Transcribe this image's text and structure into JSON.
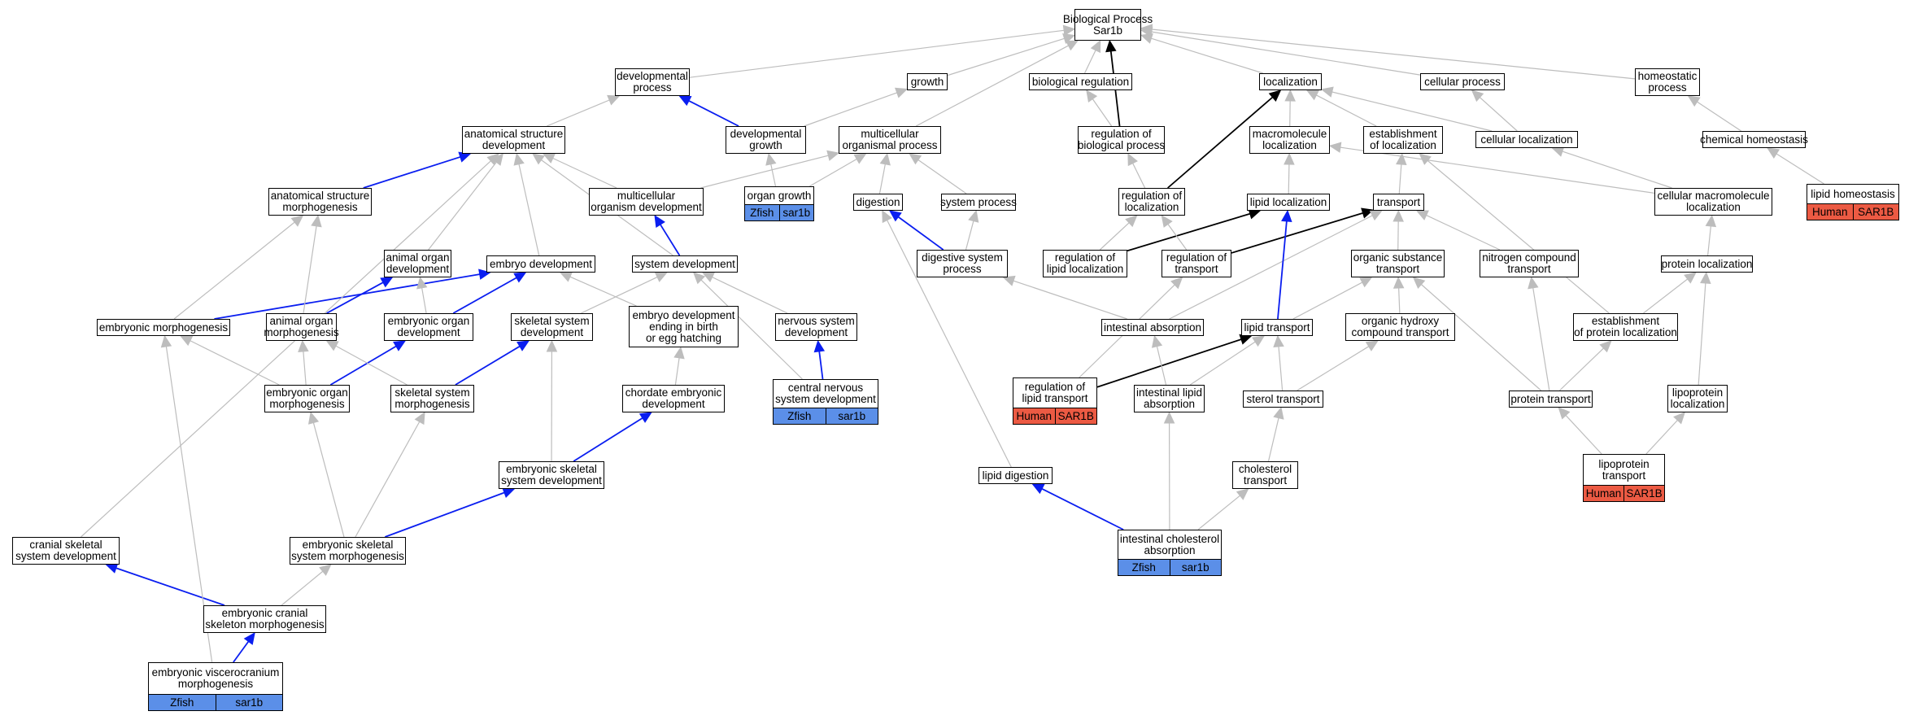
{
  "nodes": [
    {
      "id": "bp",
      "label": "Biological Process\nSar1b"
    },
    {
      "id": "devproc",
      "label": "developmental\nprocess"
    },
    {
      "id": "growth",
      "label": "growth"
    },
    {
      "id": "bioreg",
      "label": "biological regulation"
    },
    {
      "id": "loc",
      "label": "localization"
    },
    {
      "id": "cellproc",
      "label": "cellular process"
    },
    {
      "id": "homeo",
      "label": "homeostatic\nprocess"
    },
    {
      "id": "asd",
      "label": "anatomical structure\ndevelopment"
    },
    {
      "id": "devgrowth",
      "label": "developmental\ngrowth"
    },
    {
      "id": "mop",
      "label": "multicellular\norganismal process"
    },
    {
      "id": "regbp",
      "label": "regulation of\nbiological process"
    },
    {
      "id": "macroloc",
      "label": "macromolecule\nlocalization"
    },
    {
      "id": "estloc",
      "label": "establishment\nof localization"
    },
    {
      "id": "cellloc",
      "label": "cellular localization"
    },
    {
      "id": "chemhomeo",
      "label": "chemical homeostasis"
    },
    {
      "id": "asm",
      "label": "anatomical structure\nmorphogenesis"
    },
    {
      "id": "mod",
      "label": "multicellular\norganism development"
    },
    {
      "id": "organgrowth",
      "label": "organ growth",
      "ann": [
        "Zfish",
        "sar1b"
      ],
      "species": "zfish"
    },
    {
      "id": "digestion",
      "label": "digestion"
    },
    {
      "id": "sysproc",
      "label": "system process"
    },
    {
      "id": "regloc",
      "label": "regulation of\nlocalization"
    },
    {
      "id": "lipidloc",
      "label": "lipid localization"
    },
    {
      "id": "transport",
      "label": "transport"
    },
    {
      "id": "cmacroloc",
      "label": "cellular macromolecule\nlocalization"
    },
    {
      "id": "lipidhomeo",
      "label": "lipid homeostasis",
      "ann": [
        "Human",
        "SAR1B"
      ],
      "species": "human"
    },
    {
      "id": "aod",
      "label": "animal organ\ndevelopment"
    },
    {
      "id": "embdev",
      "label": "embryo development"
    },
    {
      "id": "sysdev",
      "label": "system development"
    },
    {
      "id": "digsys",
      "label": "digestive system\nprocess"
    },
    {
      "id": "reglipidloc",
      "label": "regulation of\nlipid localization"
    },
    {
      "id": "regtransport",
      "label": "regulation of\ntransport"
    },
    {
      "id": "orgsub",
      "label": "organic substance\ntransport"
    },
    {
      "id": "nitro",
      "label": "nitrogen compound\ntransport"
    },
    {
      "id": "protloc",
      "label": "protein localization"
    },
    {
      "id": "embmorph",
      "label": "embryonic morphogenesis"
    },
    {
      "id": "aom",
      "label": "animal organ\nmorphogenesis"
    },
    {
      "id": "eod",
      "label": "embryonic organ\ndevelopment"
    },
    {
      "id": "ssd",
      "label": "skeletal system\ndevelopment"
    },
    {
      "id": "edbirth",
      "label": "embryo development\nending in birth\nor egg hatching"
    },
    {
      "id": "nsd",
      "label": "nervous system\ndevelopment"
    },
    {
      "id": "intabs",
      "label": "intestinal absorption"
    },
    {
      "id": "lipidtrans",
      "label": "lipid transport"
    },
    {
      "id": "orghydroxy",
      "label": "organic hydroxy\ncompound transport"
    },
    {
      "id": "estprotloc",
      "label": "establishment\nof protein localization"
    },
    {
      "id": "eom",
      "label": "embryonic organ\nmorphogenesis"
    },
    {
      "id": "ssm",
      "label": "skeletal system\nmorphogenesis"
    },
    {
      "id": "chordate",
      "label": "chordate embryonic\ndevelopment"
    },
    {
      "id": "cnsd",
      "label": "central nervous\nsystem development",
      "ann": [
        "Zfish",
        "sar1b"
      ],
      "species": "zfish"
    },
    {
      "id": "reglipidtrans",
      "label": "regulation of\nlipid transport",
      "ann": [
        "Human",
        "SAR1B"
      ],
      "species": "human"
    },
    {
      "id": "intlipabs",
      "label": "intestinal lipid\nabsorption"
    },
    {
      "id": "steroltrans",
      "label": "sterol transport"
    },
    {
      "id": "prottrans",
      "label": "protein transport"
    },
    {
      "id": "lipoprotloc",
      "label": "lipoprotein\nlocalization"
    },
    {
      "id": "essd",
      "label": "embryonic skeletal\nsystem development"
    },
    {
      "id": "lipiddig",
      "label": "lipid digestion"
    },
    {
      "id": "choltrans",
      "label": "cholesterol\ntransport"
    },
    {
      "id": "lipoprottrans",
      "label": "lipoprotein\ntransport",
      "ann": [
        "Human",
        "SAR1B"
      ],
      "species": "human"
    },
    {
      "id": "cranial",
      "label": "cranial skeletal\nsystem development"
    },
    {
      "id": "essm",
      "label": "embryonic skeletal\nsystem morphogenesis"
    },
    {
      "id": "intcholabs",
      "label": "intestinal cholesterol\nabsorption",
      "ann": [
        "Zfish",
        "sar1b"
      ],
      "species": "zfish"
    },
    {
      "id": "ecsm",
      "label": "embryonic cranial\nskeleton morphogenesis"
    },
    {
      "id": "evm",
      "label": "embryonic viscerocranium\nmorphogenesis",
      "ann": [
        "Zfish",
        "sar1b"
      ],
      "species": "zfish"
    }
  ],
  "edges": [
    {
      "from": "devproc",
      "to": "bp",
      "kind": "isa"
    },
    {
      "from": "growth",
      "to": "bp",
      "kind": "isa"
    },
    {
      "from": "mop",
      "to": "bp",
      "kind": "isa"
    },
    {
      "from": "bioreg",
      "to": "bp",
      "kind": "isa"
    },
    {
      "from": "regbp",
      "to": "bp",
      "kind": "regulates"
    },
    {
      "from": "loc",
      "to": "bp",
      "kind": "isa"
    },
    {
      "from": "cellproc",
      "to": "bp",
      "kind": "isa"
    },
    {
      "from": "homeo",
      "to": "bp",
      "kind": "isa"
    },
    {
      "from": "asd",
      "to": "devproc",
      "kind": "isa"
    },
    {
      "from": "devgrowth",
      "to": "devproc",
      "kind": "part_of"
    },
    {
      "from": "devgrowth",
      "to": "growth",
      "kind": "isa"
    },
    {
      "from": "regbp",
      "to": "bioreg",
      "kind": "isa"
    },
    {
      "from": "macroloc",
      "to": "loc",
      "kind": "isa"
    },
    {
      "from": "estloc",
      "to": "loc",
      "kind": "isa"
    },
    {
      "from": "cellloc",
      "to": "loc",
      "kind": "isa"
    },
    {
      "from": "cellloc",
      "to": "cellproc",
      "kind": "isa"
    },
    {
      "from": "chemhomeo",
      "to": "homeo",
      "kind": "isa"
    },
    {
      "from": "regloc",
      "to": "loc",
      "kind": "regulates"
    },
    {
      "from": "asm",
      "to": "asd",
      "kind": "part_of"
    },
    {
      "from": "mod",
      "to": "asd",
      "kind": "isa"
    },
    {
      "from": "mod",
      "to": "mop",
      "kind": "isa"
    },
    {
      "from": "organgrowth",
      "to": "devgrowth",
      "kind": "isa"
    },
    {
      "from": "organgrowth",
      "to": "mop",
      "kind": "isa"
    },
    {
      "from": "digestion",
      "to": "mop",
      "kind": "isa"
    },
    {
      "from": "sysproc",
      "to": "mop",
      "kind": "isa"
    },
    {
      "from": "regloc",
      "to": "regbp",
      "kind": "isa"
    },
    {
      "from": "lipidloc",
      "to": "macroloc",
      "kind": "isa"
    },
    {
      "from": "transport",
      "to": "estloc",
      "kind": "isa"
    },
    {
      "from": "cmacroloc",
      "to": "cellloc",
      "kind": "isa"
    },
    {
      "from": "cmacroloc",
      "to": "macroloc",
      "kind": "isa"
    },
    {
      "from": "lipidhomeo",
      "to": "chemhomeo",
      "kind": "isa"
    },
    {
      "from": "embdev",
      "to": "asd",
      "kind": "isa"
    },
    {
      "from": "sysdev",
      "to": "mod",
      "kind": "part_of"
    },
    {
      "from": "sysdev",
      "to": "asd",
      "kind": "isa"
    },
    {
      "from": "aod",
      "to": "asd",
      "kind": "isa"
    },
    {
      "from": "digsys",
      "to": "digestion",
      "kind": "part_of"
    },
    {
      "from": "digsys",
      "to": "sysproc",
      "kind": "isa"
    },
    {
      "from": "reglipidloc",
      "to": "regloc",
      "kind": "isa"
    },
    {
      "from": "reglipidloc",
      "to": "lipidloc",
      "kind": "regulates"
    },
    {
      "from": "regtransport",
      "to": "regloc",
      "kind": "isa"
    },
    {
      "from": "regtransport",
      "to": "transport",
      "kind": "regulates"
    },
    {
      "from": "orgsub",
      "to": "transport",
      "kind": "isa"
    },
    {
      "from": "nitro",
      "to": "transport",
      "kind": "isa"
    },
    {
      "from": "protloc",
      "to": "cmacroloc",
      "kind": "isa"
    },
    {
      "from": "embmorph",
      "to": "asm",
      "kind": "isa"
    },
    {
      "from": "embmorph",
      "to": "embdev",
      "kind": "part_of"
    },
    {
      "from": "aom",
      "to": "asm",
      "kind": "isa"
    },
    {
      "from": "aom",
      "to": "aod",
      "kind": "part_of"
    },
    {
      "from": "eod",
      "to": "aod",
      "kind": "isa"
    },
    {
      "from": "eod",
      "to": "embdev",
      "kind": "part_of"
    },
    {
      "from": "ssd",
      "to": "sysdev",
      "kind": "isa"
    },
    {
      "from": "edbirth",
      "to": "embdev",
      "kind": "isa"
    },
    {
      "from": "nsd",
      "to": "sysdev",
      "kind": "isa"
    },
    {
      "from": "intabs",
      "to": "digsys",
      "kind": "isa"
    },
    {
      "from": "intabs",
      "to": "transport",
      "kind": "isa"
    },
    {
      "from": "lipidtrans",
      "to": "lipidloc",
      "kind": "part_of"
    },
    {
      "from": "lipidtrans",
      "to": "orgsub",
      "kind": "isa"
    },
    {
      "from": "orghydroxy",
      "to": "orgsub",
      "kind": "isa"
    },
    {
      "from": "estprotloc",
      "to": "protloc",
      "kind": "isa"
    },
    {
      "from": "estprotloc",
      "to": "estloc",
      "kind": "isa"
    },
    {
      "from": "eom",
      "to": "embmorph",
      "kind": "isa"
    },
    {
      "from": "eom",
      "to": "aom",
      "kind": "isa"
    },
    {
      "from": "eom",
      "to": "eod",
      "kind": "part_of"
    },
    {
      "from": "ssm",
      "to": "aom",
      "kind": "isa"
    },
    {
      "from": "ssm",
      "to": "ssd",
      "kind": "part_of"
    },
    {
      "from": "chordate",
      "to": "edbirth",
      "kind": "isa"
    },
    {
      "from": "cnsd",
      "to": "nsd",
      "kind": "part_of"
    },
    {
      "from": "cnsd",
      "to": "sysdev",
      "kind": "isa"
    },
    {
      "from": "reglipidtrans",
      "to": "regtransport",
      "kind": "isa"
    },
    {
      "from": "reglipidtrans",
      "to": "lipidtrans",
      "kind": "regulates"
    },
    {
      "from": "intlipabs",
      "to": "intabs",
      "kind": "isa"
    },
    {
      "from": "intlipabs",
      "to": "lipidtrans",
      "kind": "isa"
    },
    {
      "from": "steroltrans",
      "to": "lipidtrans",
      "kind": "isa"
    },
    {
      "from": "steroltrans",
      "to": "orghydroxy",
      "kind": "isa"
    },
    {
      "from": "prottrans",
      "to": "orgsub",
      "kind": "isa"
    },
    {
      "from": "prottrans",
      "to": "nitro",
      "kind": "isa"
    },
    {
      "from": "prottrans",
      "to": "estprotloc",
      "kind": "isa"
    },
    {
      "from": "lipoprotloc",
      "to": "protloc",
      "kind": "isa"
    },
    {
      "from": "essd",
      "to": "ssd",
      "kind": "isa"
    },
    {
      "from": "essd",
      "to": "chordate",
      "kind": "part_of"
    },
    {
      "from": "lipiddig",
      "to": "digestion",
      "kind": "isa"
    },
    {
      "from": "choltrans",
      "to": "steroltrans",
      "kind": "isa"
    },
    {
      "from": "lipoprottrans",
      "to": "prottrans",
      "kind": "isa"
    },
    {
      "from": "lipoprottrans",
      "to": "lipoprotloc",
      "kind": "isa"
    },
    {
      "from": "cranial",
      "to": "asd",
      "kind": "isa"
    },
    {
      "from": "essm",
      "to": "eom",
      "kind": "isa"
    },
    {
      "from": "essm",
      "to": "ssm",
      "kind": "isa"
    },
    {
      "from": "essm",
      "to": "essd",
      "kind": "part_of"
    },
    {
      "from": "intcholabs",
      "to": "intlipabs",
      "kind": "isa"
    },
    {
      "from": "intcholabs",
      "to": "choltrans",
      "kind": "isa"
    },
    {
      "from": "intcholabs",
      "to": "lipiddig",
      "kind": "part_of"
    },
    {
      "from": "ecsm",
      "to": "essm",
      "kind": "isa"
    },
    {
      "from": "ecsm",
      "to": "cranial",
      "kind": "part_of"
    },
    {
      "from": "evm",
      "to": "ecsm",
      "kind": "part_of"
    },
    {
      "from": "evm",
      "to": "embmorph",
      "kind": "isa"
    }
  ],
  "edge_colors": {
    "isa": "#bdbdbd",
    "part_of": "#0a1ef0",
    "regulates": "#000000"
  },
  "annotation_colors": {
    "zfish": "#5b8fe8",
    "human": "#ec5a43"
  }
}
